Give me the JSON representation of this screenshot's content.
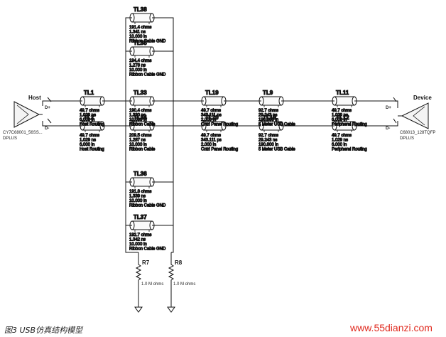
{
  "title": "图3 USB仿真结构模型",
  "watermark": "www.55dianzi.com",
  "host": {
    "label": "Host",
    "part": "CY7C68001_56SS...",
    "net": "DPLUS",
    "pin_plus": "D+",
    "pin_minus": "D-"
  },
  "device": {
    "label": "Device",
    "part": "C68013_128TQFP",
    "net": "DPLUS",
    "pin_plus": "D+",
    "pin_minus": "D-"
  },
  "lines": [
    {
      "id": "TL38",
      "z": "191.4 ohms",
      "td": "1.341 ns",
      "len": "10.000 in",
      "desc": "Ribbon Cable GND"
    },
    {
      "id": "TL35",
      "z": "194.4 ohms",
      "td": "1.278 ns",
      "len": "10.000 in",
      "desc": "Ribbon Cable GND"
    },
    {
      "id": "TL1",
      "z": "49.7 ohms",
      "td": "1.029 ns",
      "len": "6.000 in",
      "desc": "Host Routing"
    },
    {
      "id": "TL33",
      "z": "190.4 ohms",
      "td": "1.330 ns",
      "len": "10.000 in",
      "desc": "Ribbon Cable"
    },
    {
      "id": "TL19",
      "z": "49.7 ohms",
      "td": "343.111 ps",
      "len": "2.000 in",
      "desc": "Cntrl Panel Routing"
    },
    {
      "id": "TL9",
      "z": "92.7 ohms",
      "td": "29.243 ns",
      "len": "190.800 in",
      "desc": "5 Meter USB Cable"
    },
    {
      "id": "TL11",
      "z": "49.7 ohms",
      "td": "1.029 ns",
      "len": "6.000 in",
      "desc": "Peripheral Routing"
    },
    {
      "id": "TL2",
      "z": "49.7 ohms",
      "td": "1.029 ns",
      "len": "6.000 in",
      "desc": "Host Routing"
    },
    {
      "id": "TL34",
      "z": "209.5 ohms",
      "td": "1.287 ns",
      "len": "10.000 in",
      "desc": "Ribbon Cable"
    },
    {
      "id": "TL20",
      "z": "49.7 ohms",
      "td": "343.111 ps",
      "len": "2.000 in",
      "desc": "Cntrl Panel Routing"
    },
    {
      "id": "TL19",
      "z": "92.7 ohms",
      "td": "29.243 ns",
      "len": "190.800 in",
      "desc": "5 Meter USB Cable"
    },
    {
      "id": "TL12",
      "z": "49.7 ohms",
      "td": "1.029 ns",
      "len": "6.000 in",
      "desc": "Peripheral Routing"
    },
    {
      "id": "TL36",
      "z": "191.8 ohms",
      "td": "1.339 ns",
      "len": "10.000 in",
      "desc": "Ribbon Cable GND"
    },
    {
      "id": "TL37",
      "z": "192.7 ohms",
      "td": "1.342 ns",
      "len": "10.000 in",
      "desc": "Ribbon Cable GND"
    }
  ],
  "resistors": [
    {
      "id": "R7",
      "value": "1.0 M ohms"
    },
    {
      "id": "R8",
      "value": "1.0 M ohms"
    }
  ]
}
